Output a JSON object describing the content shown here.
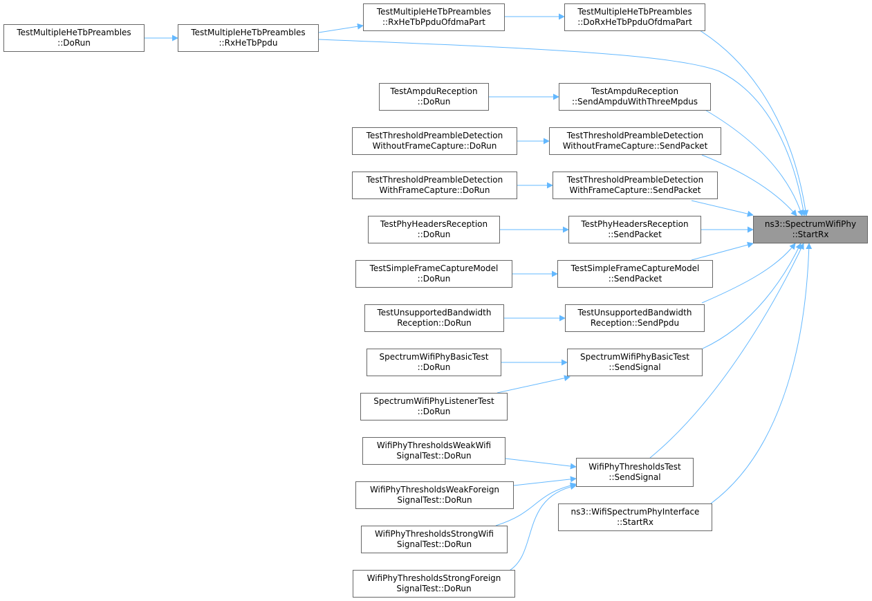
{
  "colors": {
    "edge": "#63b8ff",
    "node_border": "#666666",
    "target_fill": "#999999",
    "node_fill": "#ffffff"
  },
  "nodes": {
    "n1": {
      "line1": "TestMultipleHeTbPreambles",
      "line2": "::DoRun"
    },
    "n2": {
      "line1": "TestMultipleHeTbPreambles",
      "line2": "::RxHeTbPpdu"
    },
    "n3": {
      "line1": "TestMultipleHeTbPreambles",
      "line2": "::RxHeTbPpduOfdmaPart"
    },
    "n4": {
      "line1": "TestMultipleHeTbPreambles",
      "line2": "::DoRxHeTbPpduOfdmaPart"
    },
    "n5": {
      "line1": "TestAmpduReception",
      "line2": "::DoRun"
    },
    "n6": {
      "line1": "TestAmpduReception",
      "line2": "::SendAmpduWithThreeMpdus"
    },
    "n7": {
      "line1": "TestThresholdPreambleDetection",
      "line2": "WithoutFrameCapture::DoRun"
    },
    "n8": {
      "line1": "TestThresholdPreambleDetection",
      "line2": "WithoutFrameCapture::SendPacket"
    },
    "n9": {
      "line1": "TestThresholdPreambleDetection",
      "line2": "WithFrameCapture::DoRun"
    },
    "n10": {
      "line1": "TestThresholdPreambleDetection",
      "line2": "WithFrameCapture::SendPacket"
    },
    "n11": {
      "line1": "TestPhyHeadersReception",
      "line2": "::DoRun"
    },
    "n12": {
      "line1": "TestPhyHeadersReception",
      "line2": "::SendPacket"
    },
    "n13": {
      "line1": "TestSimpleFrameCaptureModel",
      "line2": "::DoRun"
    },
    "n14": {
      "line1": "TestSimpleFrameCaptureModel",
      "line2": "::SendPacket"
    },
    "n15": {
      "line1": "TestUnsupportedBandwidth",
      "line2": "Reception::DoRun"
    },
    "n16": {
      "line1": "TestUnsupportedBandwidth",
      "line2": "Reception::SendPpdu"
    },
    "n17": {
      "line1": "SpectrumWifiPhyBasicTest",
      "line2": "::DoRun"
    },
    "n18": {
      "line1": "SpectrumWifiPhyBasicTest",
      "line2": "::SendSignal"
    },
    "n19": {
      "line1": "SpectrumWifiPhyListenerTest",
      "line2": "::DoRun"
    },
    "n20": {
      "line1": "WifiPhyThresholdsWeakWifi",
      "line2": "SignalTest::DoRun"
    },
    "n21": {
      "line1": "WifiPhyThresholdsTest",
      "line2": "::SendSignal"
    },
    "n22": {
      "line1": "WifiPhyThresholdsWeakForeign",
      "line2": "SignalTest::DoRun"
    },
    "n23": {
      "line1": "WifiPhyThresholdsStrongWifi",
      "line2": "SignalTest::DoRun"
    },
    "n24": {
      "line1": "WifiPhyThresholdsStrongForeign",
      "line2": "SignalTest::DoRun"
    },
    "n25": {
      "line1": "ns3::WifiSpectrumPhyInterface",
      "line2": "::StartRx"
    },
    "target": {
      "line1": "ns3::SpectrumWifiPhy",
      "line2": "::StartRx"
    }
  }
}
